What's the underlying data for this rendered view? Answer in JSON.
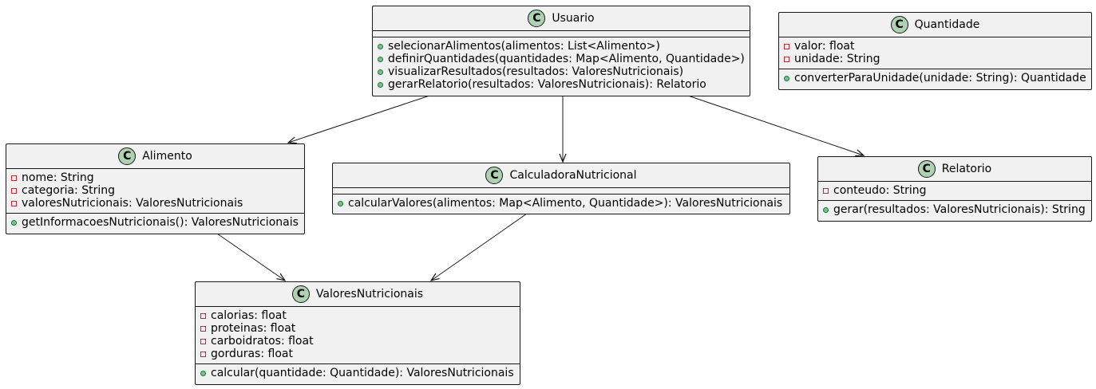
{
  "colors": {
    "class_fill": "#f1f1f1",
    "border": "#181818",
    "class_icon": "#add1b2",
    "private_marker": "#c82930",
    "public_marker": "#84be84",
    "public_marker_border": "#038048",
    "arrow": "#181818"
  },
  "icon_letter": "C",
  "classes": {
    "usuario": {
      "name": "Usuario",
      "attributes": [],
      "methods": [
        "selecionarAlimentos(alimentos: List<Alimento>)",
        "definirQuantidades(quantidades: Map<Alimento, Quantidade>)",
        "visualizarResultados(resultados: ValoresNutricionais)",
        "gerarRelatorio(resultados: ValoresNutricionais): Relatorio"
      ]
    },
    "quantidade": {
      "name": "Quantidade",
      "attributes": [
        "valor: float",
        "unidade: String"
      ],
      "methods": [
        "converterParaUnidade(unidade: String): Quantidade"
      ]
    },
    "alimento": {
      "name": "Alimento",
      "attributes": [
        "nome: String",
        "categoria: String",
        "valoresNutricionais: ValoresNutricionais"
      ],
      "methods": [
        "getInformacoesNutricionais(): ValoresNutricionais"
      ]
    },
    "calculadora": {
      "name": "CalculadoraNutricional",
      "attributes": [],
      "methods": [
        "calcularValores(alimentos: Map<Alimento, Quantidade>): ValoresNutricionais"
      ]
    },
    "relatorio": {
      "name": "Relatorio",
      "attributes": [
        "conteudo: String"
      ],
      "methods": [
        "gerar(resultados: ValoresNutricionais): String"
      ]
    },
    "valores": {
      "name": "ValoresNutricionais",
      "attributes": [
        "calorias: float",
        "proteinas: float",
        "carboidratos: float",
        "gorduras: float"
      ],
      "methods": [
        "calcular(quantidade: Quantidade): ValoresNutricionais"
      ]
    }
  },
  "associations": [
    {
      "from": "Usuario",
      "to": "Alimento"
    },
    {
      "from": "Usuario",
      "to": "CalculadoraNutricional"
    },
    {
      "from": "Usuario",
      "to": "Relatorio"
    },
    {
      "from": "Alimento",
      "to": "ValoresNutricionais"
    },
    {
      "from": "CalculadoraNutricional",
      "to": "ValoresNutricionais"
    }
  ]
}
